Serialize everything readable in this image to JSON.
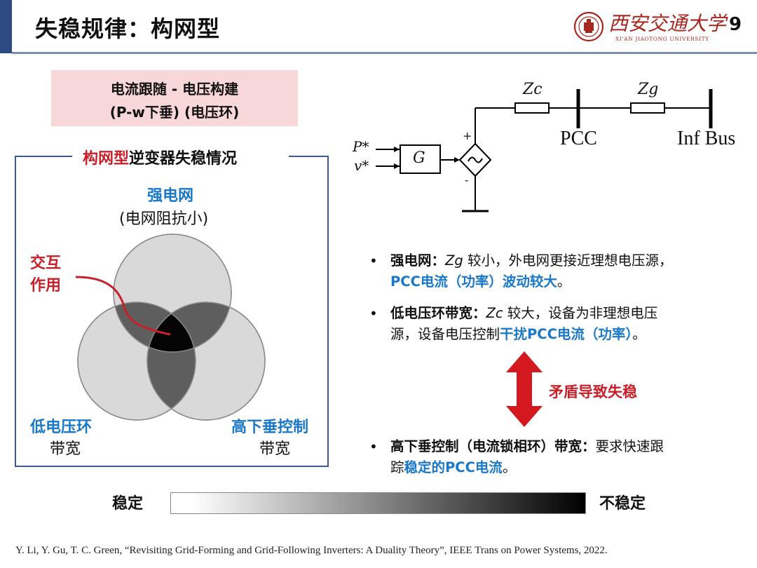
{
  "header": {
    "title": "失稳规律：构网型",
    "page_number": "9",
    "university_cn": "西安交通大学",
    "university_en": "XI'AN JIAOTONG UNIVERSITY"
  },
  "pink_box": {
    "line1": "电流跟随 - 电压构建",
    "line2": "(P-w下垂)  (电压环)"
  },
  "venn_panel": {
    "title_red": "构网型",
    "title_rest": "逆变器失稳情况",
    "top_label": "强电网",
    "top_sub": "(电网阻抗小)",
    "interaction_line1": "交互",
    "interaction_line2": "作用",
    "left_label": "低电压环",
    "left_sub": "带宽",
    "right_label": "高下垂控制",
    "right_sub": "带宽"
  },
  "circuit": {
    "p_star": "P*",
    "v_star": "v*",
    "g_block": "G",
    "plus": "+",
    "minus": "-",
    "zc": "Zc",
    "zg": "Zg",
    "pcc": "PCC",
    "inf_bus": "Inf Bus"
  },
  "bullets": {
    "b1_bold": "强电网：",
    "b1_var": "Zg",
    "b1_rest": " 较小，外电网更接近理想电压源，",
    "b1_line2": "PCC电流（功率）波动较大",
    "b1_end": "。",
    "b2_bold": "低电压环带宽：",
    "b2_var": "Zc",
    "b2_rest": " 较大，设备为非理想电压",
    "b2_line2_a": "源，设备电压控制",
    "b2_line2_b": "干扰PCC电流（功率）",
    "b2_end": "。",
    "b3_bold": "高下垂控制（电流锁相环）带宽：",
    "b3_rest": "要求快速跟",
    "b3_line2_a": "踪",
    "b3_line2_b": "稳定的PCC电流",
    "b3_end": "。"
  },
  "conflict_label": "矛盾导致失稳",
  "scale": {
    "stable": "稳定",
    "unstable": "不稳定"
  },
  "footer": "Y. Li, Y. Gu, T. C. Green, “Revisiting Grid-Forming and Grid-Following Inverters: A Duality Theory”, IEEE Trans on Power Systems, 2022.",
  "colors": {
    "accent_blue": "#2e4a82",
    "highlight_red": "#c8202a",
    "highlight_blue": "#1a78c8",
    "pink_box": "#f7d7d7"
  }
}
